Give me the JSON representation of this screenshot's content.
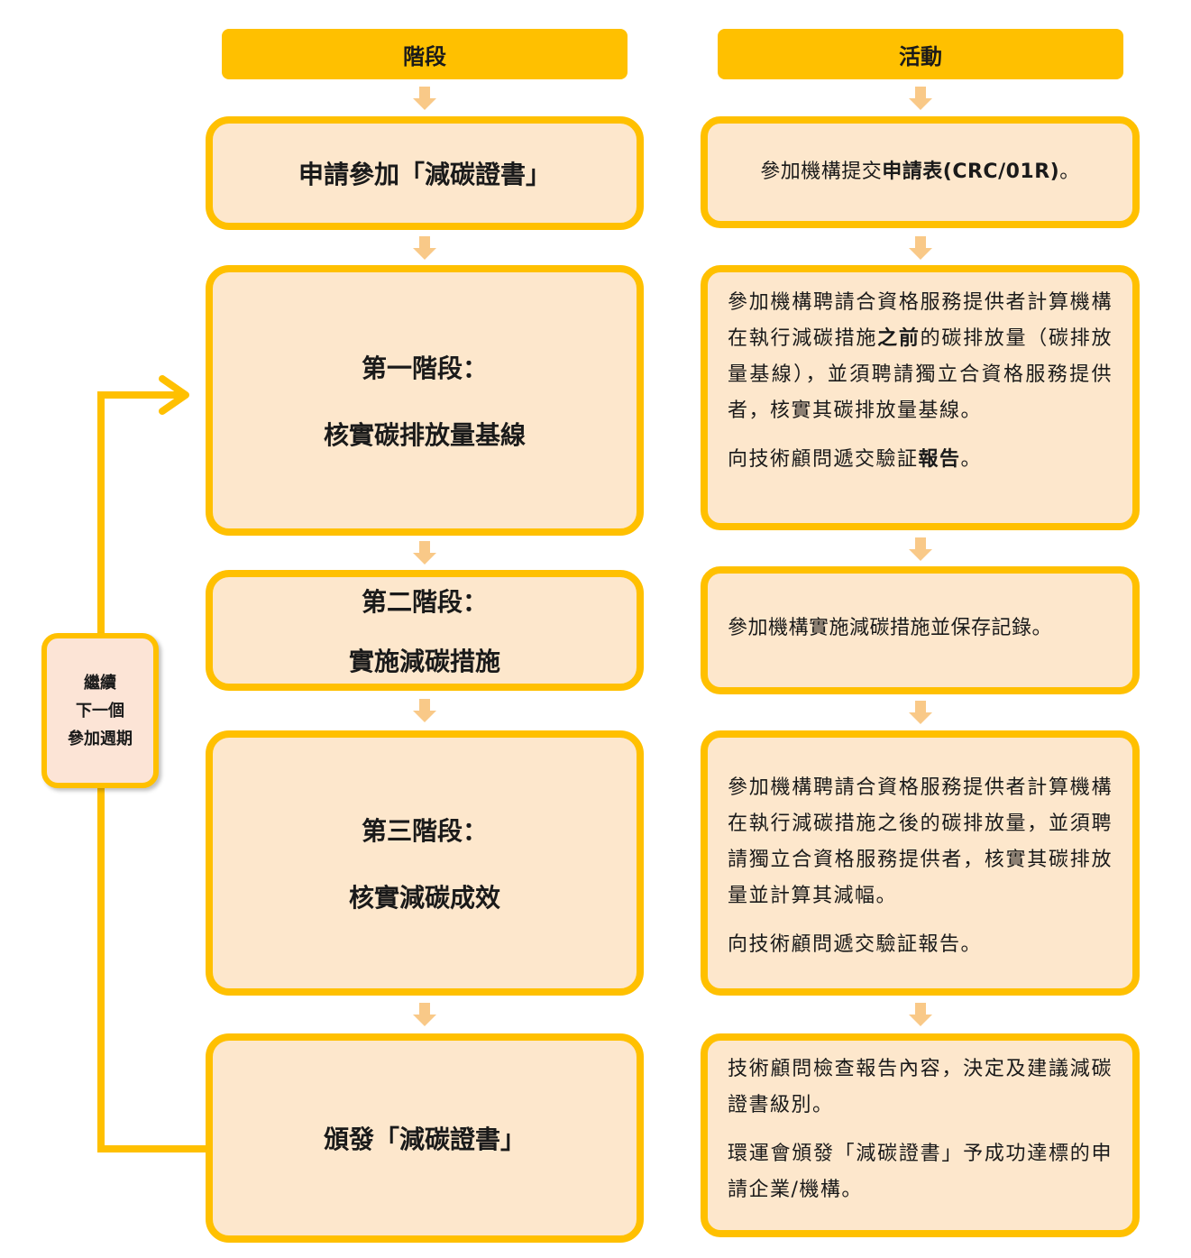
{
  "headers": {
    "stage": "階段",
    "activity": "活動"
  },
  "stages": [
    {
      "line1": "申請參加「減碳證書」",
      "line2": ""
    },
    {
      "line1": "第一階段：",
      "line2": "核實碳排放量基線"
    },
    {
      "line1": "第二階段：",
      "line2": "實施減碳措施"
    },
    {
      "line1": "第三階段：",
      "line2": "核實減碳成效"
    },
    {
      "line1": "頒發「減碳證書」",
      "line2": ""
    }
  ],
  "activities": {
    "a0": {
      "pre": "參加機構提交",
      "bold": "申請表(CRC/01R)",
      "post": "。"
    },
    "a1": {
      "p1_pre": "參加機構聘請合資格服務提供者計算機構在執行減碳措施",
      "p1_bold": "之前",
      "p1_post": "的碳排放量（碳排放量基線），並須聘請獨立合資格服務提供者，核實其碳排放量基線。",
      "p2_pre": "向技術顧問遞交驗証",
      "p2_bold": "報告",
      "p2_post": "。"
    },
    "a2": {
      "text": "參加機構實施減碳措施並保存記錄。"
    },
    "a3": {
      "p1": "參加機構聘請合資格服務提供者計算機構在執行減碳措施之後的碳排放量，並須聘請獨立合資格服務提供者，核實其碳排放量並計算其減幅。",
      "p2": "向技術顧問遞交驗証報告。"
    },
    "a4": {
      "p1": "技術顧問檢查報告內容，決定及建議減碳證書級別。",
      "p2": "環運會頒發「減碳證書」予成功達標的申請企業/機構。"
    }
  },
  "loop": {
    "line1": "繼續",
    "line2": "下一個",
    "line3": "參加週期"
  },
  "colors": {
    "accent": "#FFC000",
    "box_fill": "#FDE7CC",
    "arrow": "#F9C988",
    "loop_fill": "#FCE4D6"
  }
}
